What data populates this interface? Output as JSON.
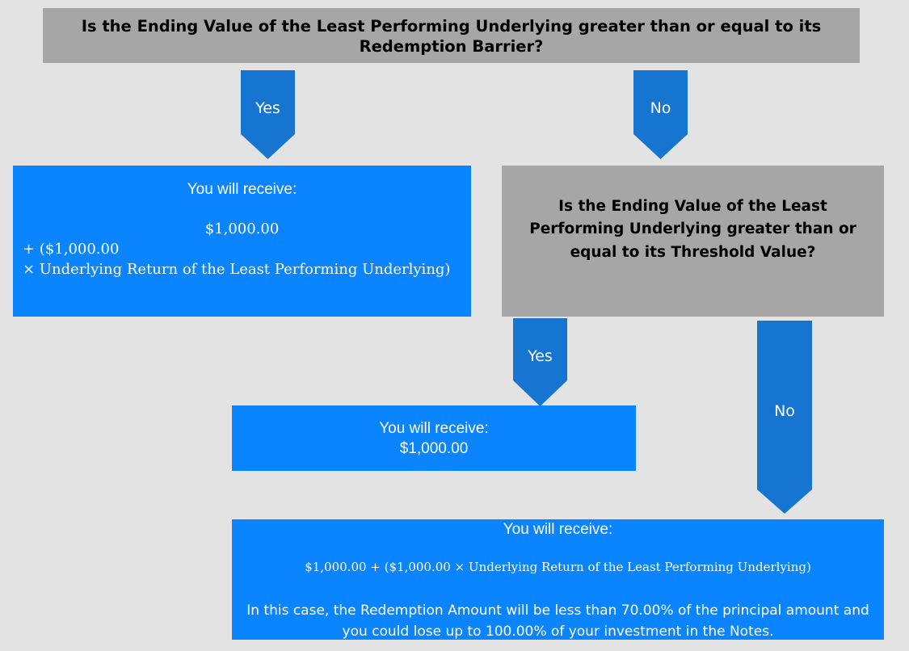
{
  "top_question": "Is the Ending Value of the Least Performing Underlying greater than or equal to its Redemption Barrier?",
  "arrows": {
    "yes_1": "Yes",
    "no_1": "No",
    "yes_2": "Yes",
    "no_2": "No"
  },
  "box_yes_1": {
    "heading": "You will receive:",
    "amount": "$1,000.00",
    "formula_line1": "+ ($1,000.00",
    "formula_line2": "× Underlying Return of the Least Performing Underlying)"
  },
  "second_question": "Is the Ending Value of the Least Performing Underlying greater than or equal to its Threshold Value?",
  "box_yes_2": {
    "heading": "You will receive:",
    "amount": "$1,000.00"
  },
  "box_no_2": {
    "heading": "You will receive:",
    "formula": "$1,000.00 + ($1,000.00 × Underlying Return of the Least Performing Underlying)",
    "note": "In this case, the Redemption Amount will be less than 70.00% of the principal amount and you could lose up to 100.00% of your investment in the Notes."
  },
  "colors": {
    "background": "#e3e3e3",
    "question_box": "#a6a6a6",
    "result_box": "#0a84ff",
    "arrow": "#1675d1"
  }
}
